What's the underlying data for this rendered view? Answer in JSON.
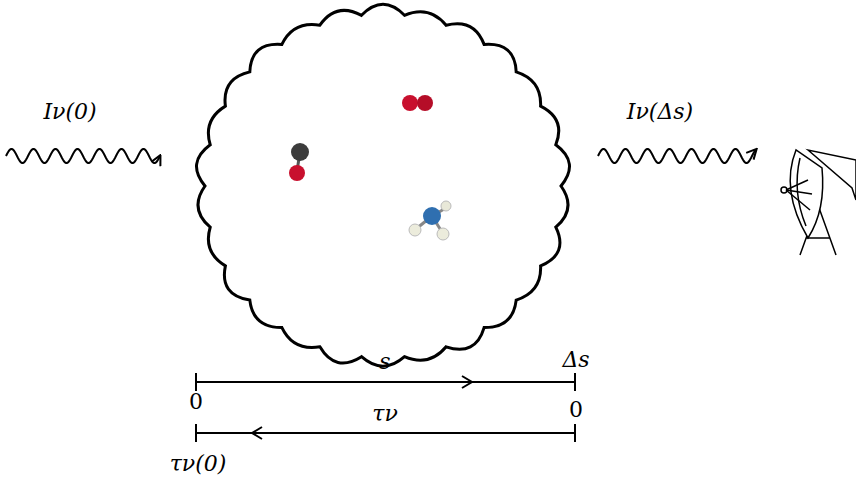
{
  "diagram": {
    "labels": [
      "Iν(0)",
      "Iν(Δs)",
      "0",
      "s",
      "Δs",
      "τν(0)",
      "τν",
      "0"
    ]
  }
}
